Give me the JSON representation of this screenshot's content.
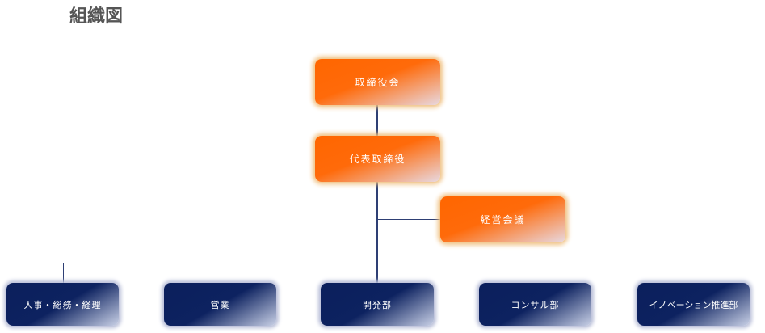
{
  "title": "組織図",
  "top": [
    {
      "label": "取締役会"
    },
    {
      "label": "代表取締役"
    },
    {
      "label": "経営会議"
    }
  ],
  "departments": [
    {
      "label": "人事・総務・経理"
    },
    {
      "label": "営業"
    },
    {
      "label": "開発部"
    },
    {
      "label": "コンサル部"
    },
    {
      "label": "イノベーション推進部"
    }
  ],
  "colors": {
    "executive": "#ff6600",
    "department": "#0d2260",
    "line": "#2e3f74"
  }
}
